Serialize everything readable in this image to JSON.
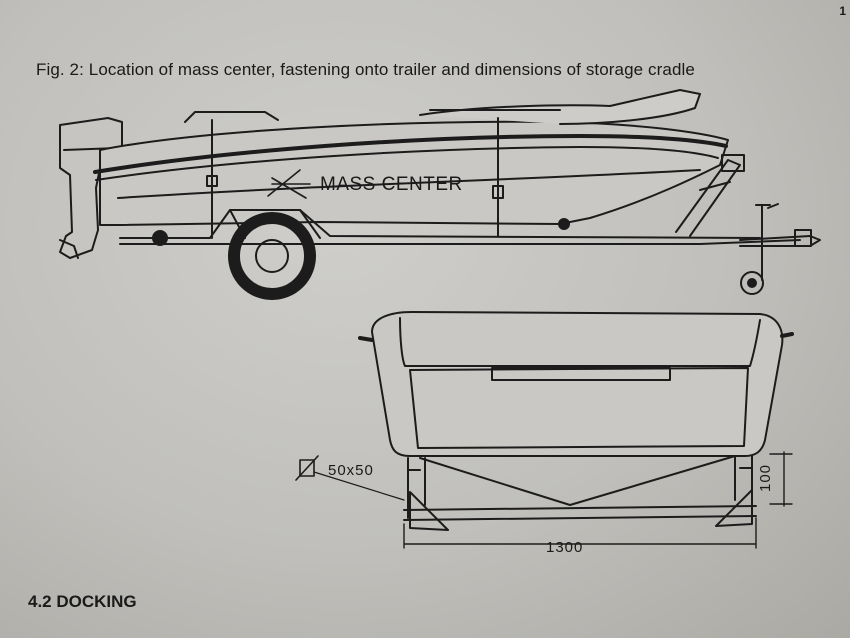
{
  "page": {
    "page_number": "1"
  },
  "figure": {
    "caption": "Fig. 2: Location of mass center, fastening onto trailer and dimensions of storage cradle",
    "mass_center_label": "MASS CENTER",
    "cradle": {
      "profile_label": "50x50",
      "height_label": "100",
      "width_label": "1300"
    }
  },
  "section": {
    "heading": "4.2 DOCKING"
  }
}
